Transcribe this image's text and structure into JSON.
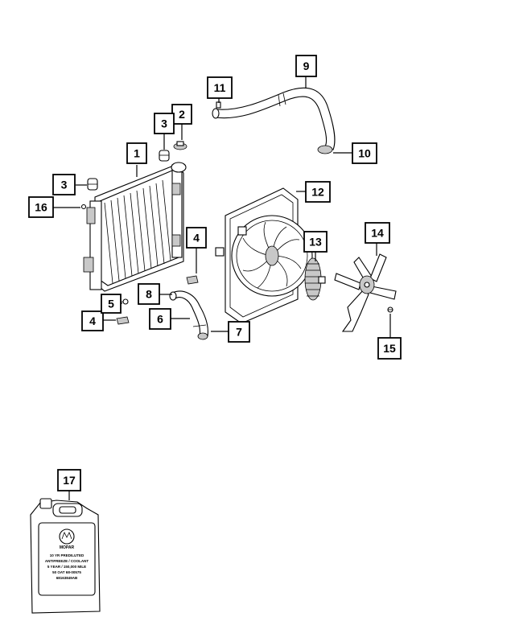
{
  "callouts": [
    {
      "number": "1"
    },
    {
      "number": "2"
    },
    {
      "number": "3"
    },
    {
      "number": "3"
    },
    {
      "number": "4"
    },
    {
      "number": "4"
    },
    {
      "number": "5"
    },
    {
      "number": "6"
    },
    {
      "number": "7"
    },
    {
      "number": "8"
    },
    {
      "number": "9"
    },
    {
      "number": "10"
    },
    {
      "number": "11"
    },
    {
      "number": "12"
    },
    {
      "number": "13"
    },
    {
      "number": "14"
    },
    {
      "number": "15"
    },
    {
      "number": "16"
    },
    {
      "number": "17"
    }
  ],
  "coolant_jug": {
    "brand": "MOPAR",
    "label_lines": [
      "10 YR PREDILUTED",
      "ANTIFREEZE / COOLANT",
      "5 YEAR / 150,000 MILE",
      "50 OAT 68-00575",
      "68163849AB"
    ]
  }
}
